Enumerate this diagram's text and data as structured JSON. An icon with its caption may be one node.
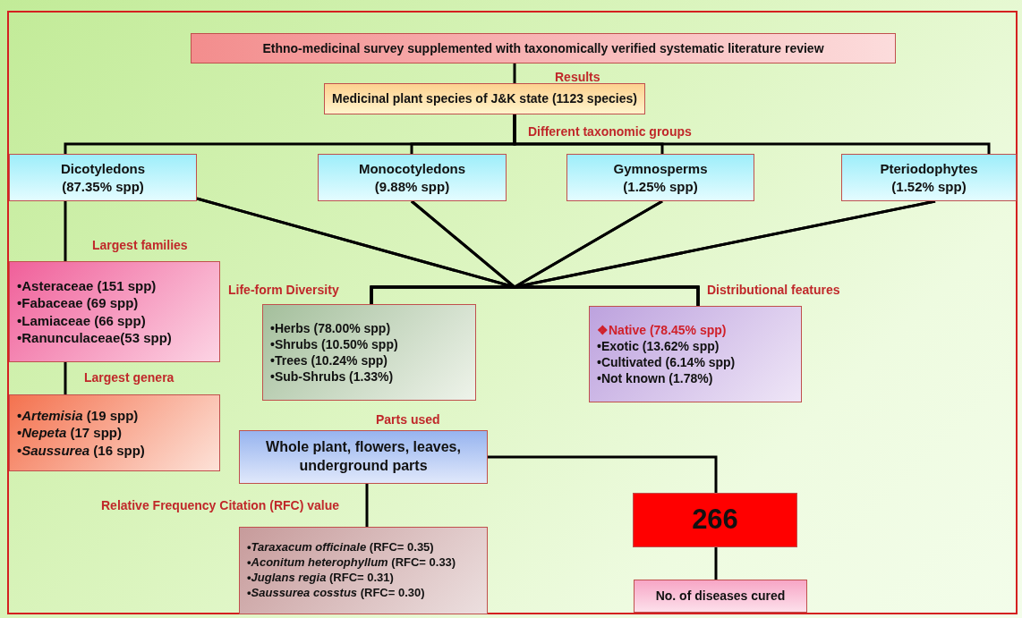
{
  "diagram": {
    "nodes": [
      {
        "text": [
          "Ethno-medicinal survey supplemented with taxonomically verified systematic literature review"
        ]
      },
      {
        "text": [
          "Medicinal plant species of J&K state (1123 species)"
        ]
      },
      {
        "text": [
          "Dicotyledons",
          "(87.35% spp)"
        ]
      },
      {
        "text": [
          "Monocotyledons",
          "(9.88% spp)"
        ]
      },
      {
        "text": [
          "Gymnosperms",
          "(1.25% spp)"
        ]
      },
      {
        "text": [
          "Pteriodophytes",
          "(1.52% spp)"
        ]
      },
      {
        "text": [
          "•Asteraceae (151 spp)",
          "•Fabaceae (69 spp)",
          "•Lamiaceae (66 spp)",
          "•Ranunculaceae(53 spp)"
        ]
      },
      {
        "text": [
          "•*Artemisia* (19 spp)",
          "•*Nepeta* (17 spp)",
          "•*Saussurea* (16 spp)"
        ]
      },
      {
        "text": [
          "•Herbs (78.00% spp)",
          "•Shrubs (10.50% spp)",
          "•Trees (10.24% spp)",
          "•Sub-Shrubs (1.33%)"
        ]
      },
      {
        "text": [
          "❖Native (78.45% spp)",
          "•Exotic (13.62% spp)",
          "•Cultivated (6.14% spp)",
          "•Not known (1.78%)"
        ]
      },
      {
        "text": [
          "Whole plant, flowers, leaves, underground parts"
        ],
        "beside": [
          "Parts used"
        ]
      },
      {
        "text": [
          "•*Taraxacum officinale* (RFC= 0.35)",
          "•*Aconitum heterophyllum* (RFC= 0.33)",
          "•*Juglans regia* (RFC= 0.31)",
          "•*Saussurea cosstus* (RFC= 0.30)"
        ]
      },
      {
        "text": [
          "266"
        ]
      },
      {
        "text": [
          "No. of diseases cured"
        ]
      }
    ],
    "edges": [
      {
        "from": 0,
        "to": 1,
        "arrow": "none",
        "label": "Results"
      },
      {
        "from": 1,
        "to": 2,
        "arrow": "none"
      },
      {
        "from": 1,
        "to": 3,
        "arrow": "none"
      },
      {
        "from": 1,
        "to": 4,
        "arrow": "none",
        "label": "Different taxonomic groups"
      },
      {
        "from": 1,
        "to": 5,
        "arrow": "none"
      },
      {
        "from": 2,
        "to": 6,
        "arrow": "none",
        "label": "Largest families"
      },
      {
        "from": 6,
        "to": 7,
        "arrow": "none",
        "label": "Largest  genera"
      },
      {
        "from": 2,
        "to": 8,
        "arrow": "none",
        "label": "Life-form Diversity"
      },
      {
        "from": 3,
        "to": 8,
        "arrow": "none"
      },
      {
        "from": 4,
        "to": 8,
        "arrow": "none"
      },
      {
        "from": 5,
        "to": 8,
        "arrow": "none"
      },
      {
        "from": 2,
        "to": 9,
        "arrow": "none",
        "label": "Distributional features"
      },
      {
        "from": 3,
        "to": 9,
        "arrow": "none"
      },
      {
        "from": 4,
        "to": 9,
        "arrow": "none"
      },
      {
        "from": 5,
        "to": 9,
        "arrow": "none"
      },
      {
        "from": 10,
        "to": 11,
        "arrow": "none",
        "label": "Relative Frequency Citation (RFC) value"
      },
      {
        "from": 10,
        "to": 12,
        "arrow": "none"
      },
      {
        "from": 12,
        "to": 13,
        "arrow": "none"
      }
    ]
  }
}
